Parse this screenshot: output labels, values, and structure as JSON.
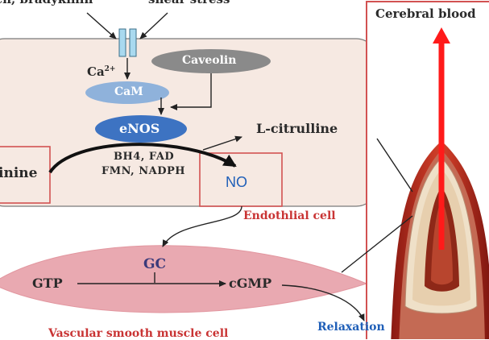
{
  "top_labels": {
    "left_stimuli": "ch, bradykinin",
    "shear": "shear stress"
  },
  "ion": "Ca",
  "ion_charge": "2+",
  "cam": "CaM",
  "caveolin": "Caveolin",
  "enos": "eNOS",
  "l_citrulline": "L-citrulline",
  "cofactors_line1": "BH4, FAD",
  "cofactors_line2": "FMN, NADPH",
  "arginine_partial": "inine",
  "no": "NO",
  "endothelial_cell": "Endothlial cell",
  "gc": "GC",
  "gtp": "GTP",
  "cgmp": "cGMP",
  "vsm_cell": "Vascular smooth muscle cell",
  "relaxation": "Relaxation",
  "cerebral_blood": "Cerebral blood",
  "colors": {
    "endothelial_fill": "#f6e9e2",
    "smooth_muscle_fill": "#e9a9b1",
    "cam_fill": "#8fb2db",
    "enos_fill": "#3d73c2",
    "caveolin_fill": "#8a8a8a",
    "channel_fill": "#a9d9ef",
    "box_border": "#d25252",
    "arrow_red": "#ff1a1a"
  }
}
